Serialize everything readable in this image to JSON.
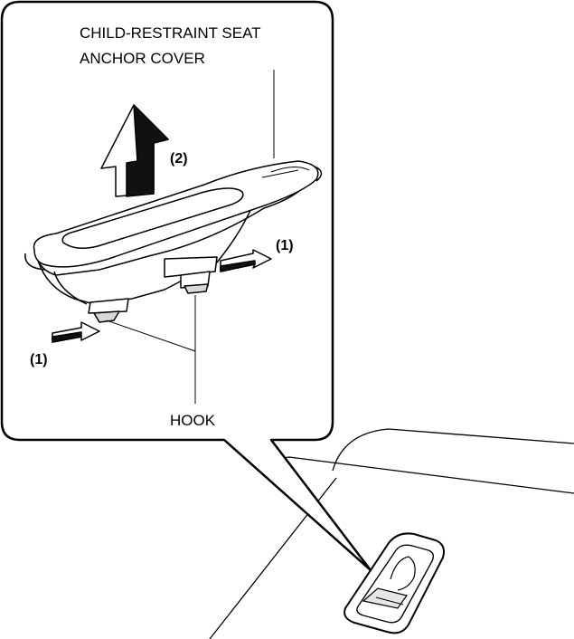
{
  "labels": {
    "part_name_line1": "CHILD-RESTRAINT SEAT",
    "part_name_line2": "ANCHOR COVER",
    "step_press": "(1)",
    "step_press_left": "(1)",
    "step_lift": "(2)",
    "hook": "HOOK"
  },
  "icons": {
    "lift_arrow": "up-arrow-icon",
    "press_arrow": "right-arrow-icon"
  },
  "colors": {
    "line": "#000000",
    "fill": "#ffffff",
    "shade": "#d9d9d9",
    "dark": "#111111"
  }
}
